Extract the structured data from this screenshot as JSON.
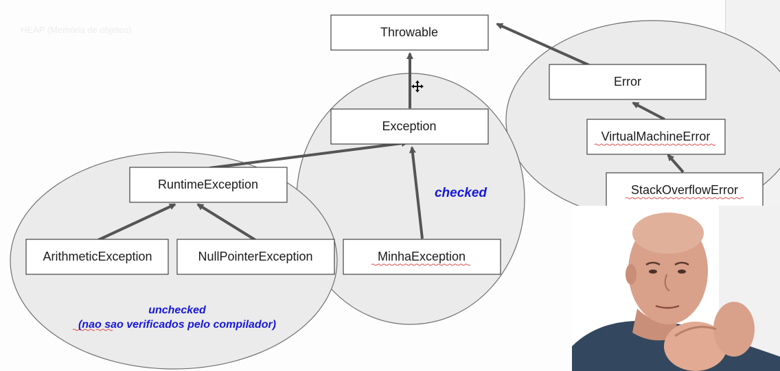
{
  "slide": {
    "heap_caption": "HEAP (Memória de objetos)"
  },
  "diagram": {
    "nodes": {
      "throwable": "Throwable",
      "exception": "Exception",
      "error": "Error",
      "virtual_machine_error": "VirtualMachineError",
      "stack_overflow_error": "StackOverflowError",
      "runtime_exception": "RuntimeException",
      "arithmetic_exception": "ArithmeticException",
      "null_pointer_exception": "NullPointerException",
      "minha_exception": "MinhaException"
    },
    "labels": {
      "checked": "checked",
      "unchecked": "unchecked",
      "unchecked_note": "(nao sao verificados pelo compilador)"
    },
    "colors": {
      "region_fill": "#ebebeb",
      "region_stroke": "#6f6f6f",
      "arrow": "#555555",
      "label_blue": "#1717d8"
    },
    "icons": [
      "move-cursor-icon"
    ]
  },
  "webcam": {
    "description_icon": "presenter-video"
  }
}
